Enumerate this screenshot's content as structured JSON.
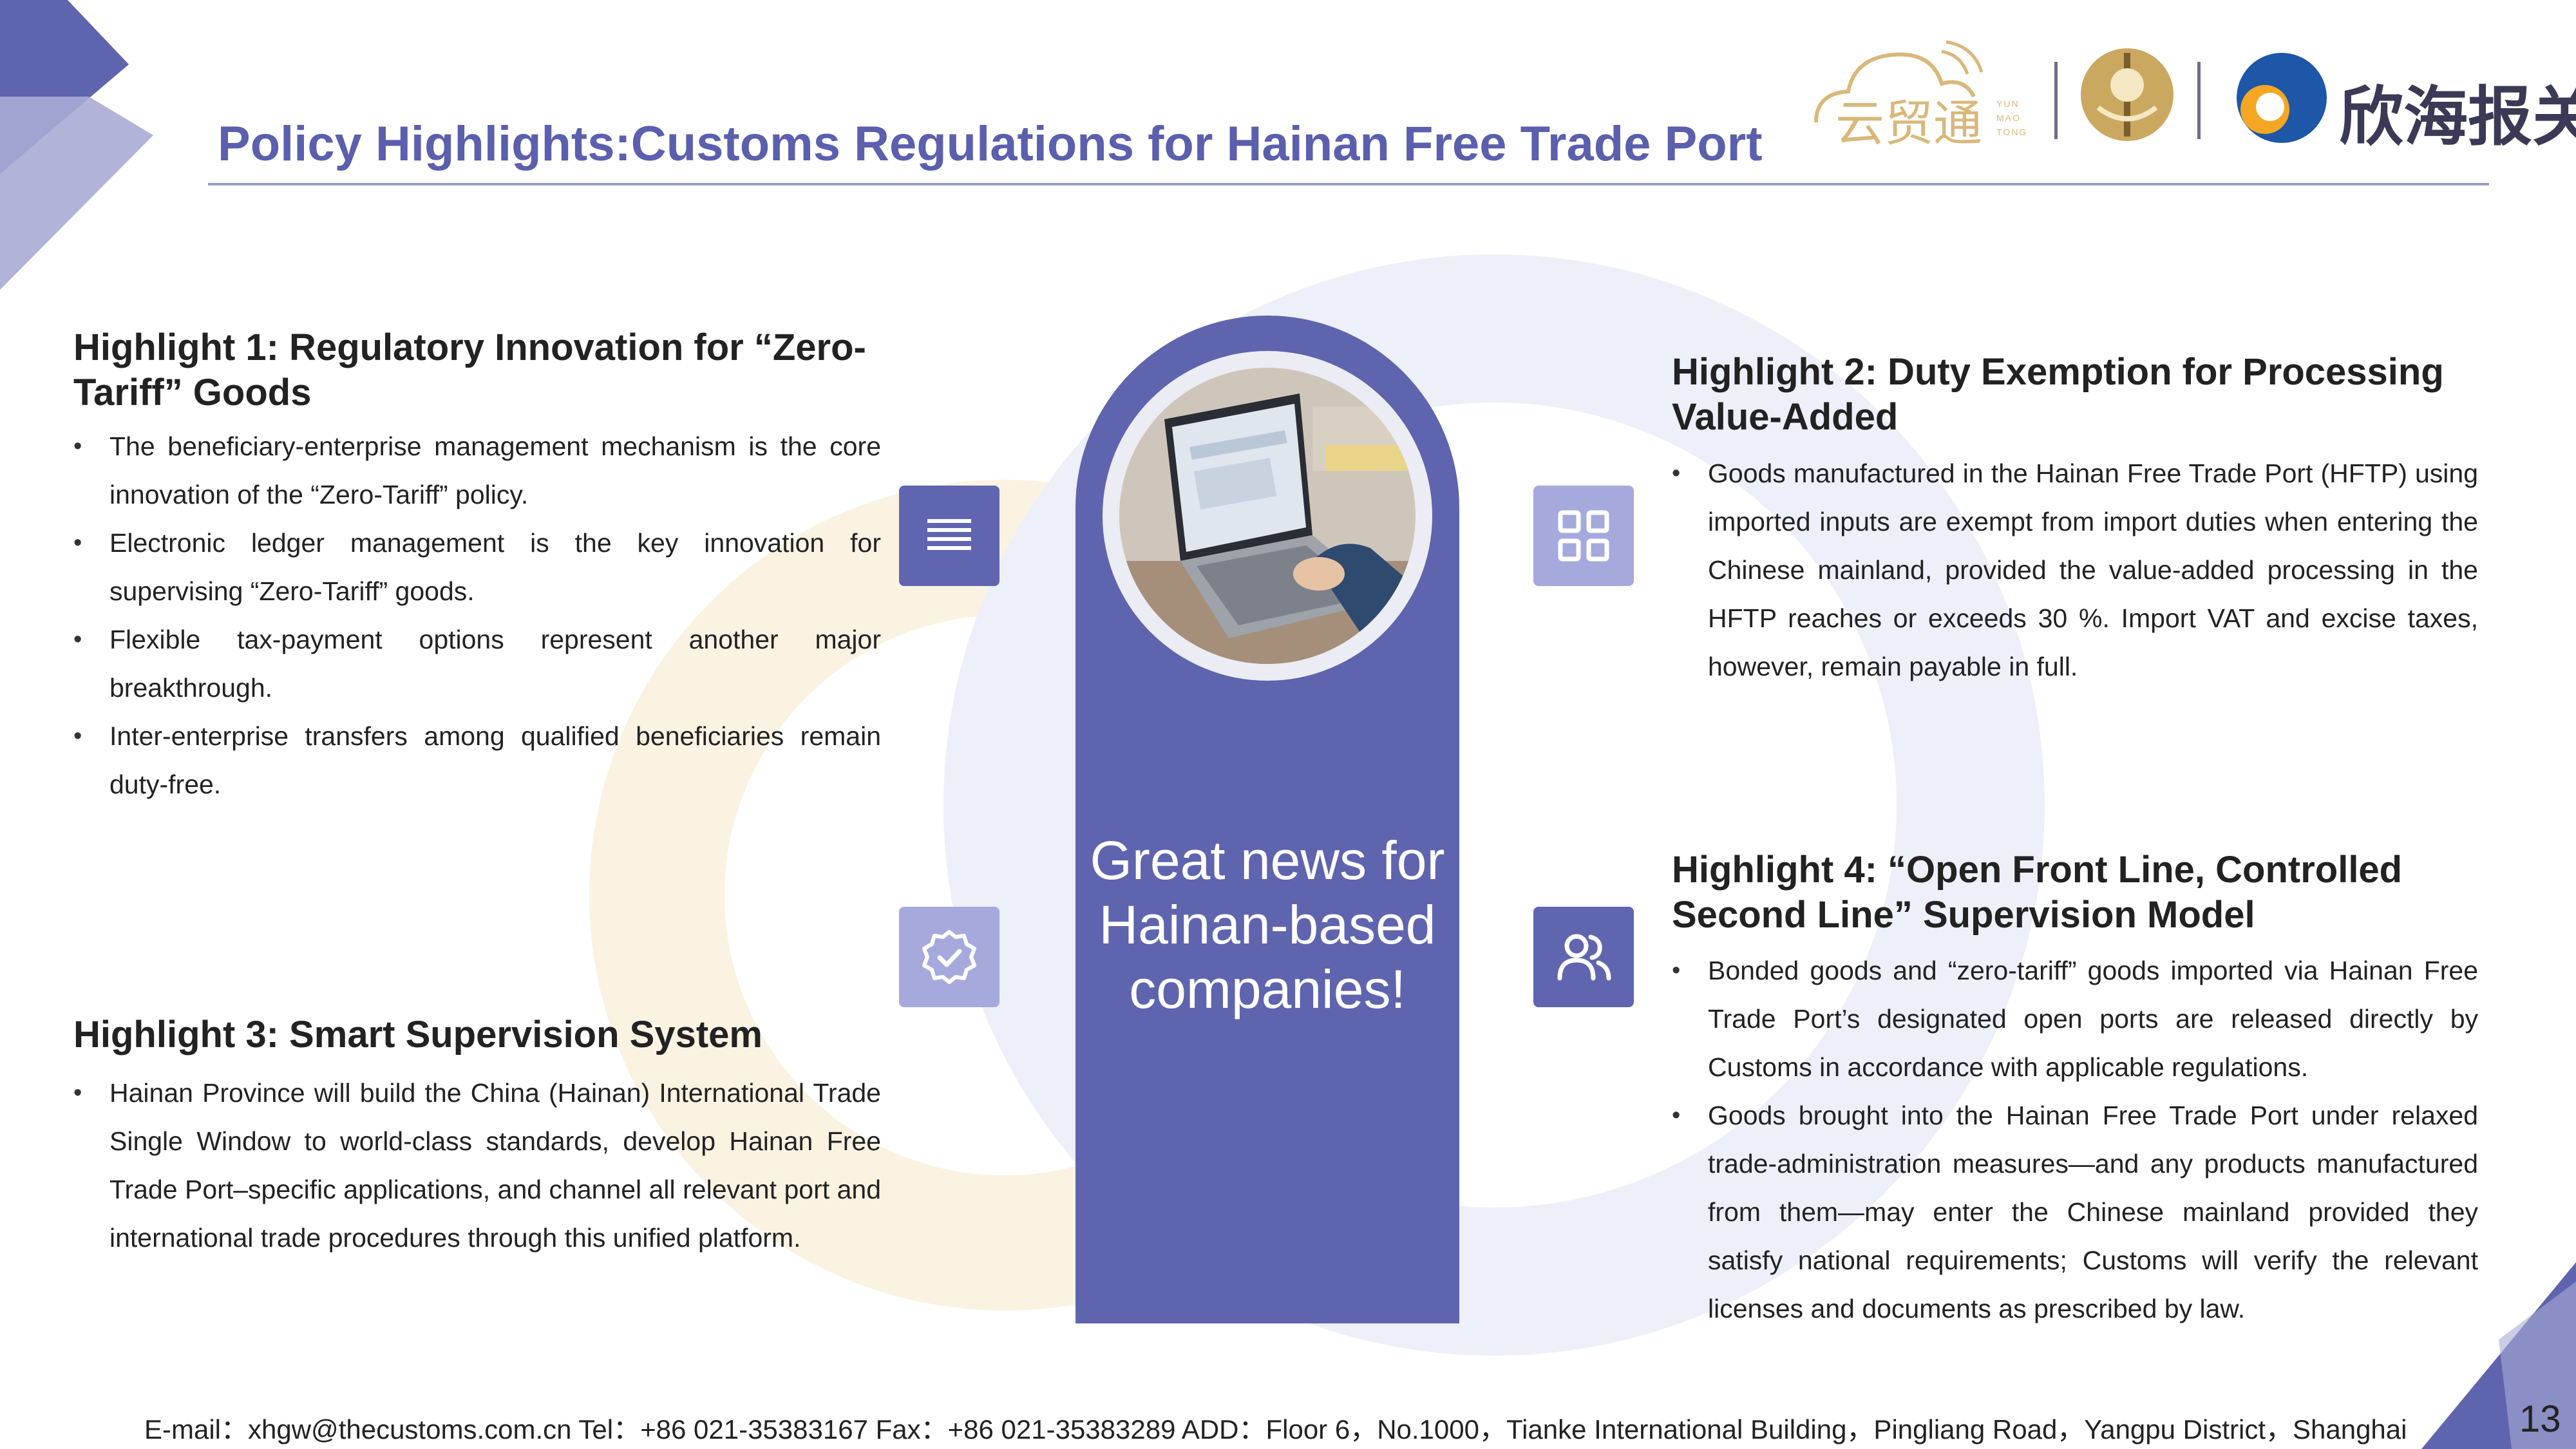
{
  "title": "Policy Highlights:Customs Regulations for Hainan Free Trade Port",
  "logos": {
    "yun_text": "云贸通",
    "yun_small": [
      "YUN",
      "MAO",
      "TONG"
    ],
    "xinhai_text": "欣海报关"
  },
  "highlights": {
    "h1": {
      "title": "Highlight 1: Regulatory Innovation for “Zero-Tariff” Goods",
      "bullets": [
        "The beneficiary-enterprise management mechanism is the core innovation of the “Zero-Tariff” policy.",
        "Electronic ledger management is the key innovation for supervising “Zero-Tariff” goods.",
        "Flexible tax-payment options represent another major breakthrough.",
        "Inter-enterprise transfers among qualified beneficiaries remain duty-free."
      ]
    },
    "h2": {
      "title": "Highlight 2: Duty Exemption for Processing Value-Added",
      "bullets": [
        "Goods manufactured in the Hainan Free Trade Port (HFTP) using imported inputs are exempt from import duties when entering the Chinese mainland, provided the value-added processing in the HFTP reaches or exceeds 30 %. Import VAT and excise taxes, however, remain payable in full."
      ]
    },
    "h3": {
      "title": "Highlight 3: Smart Supervision System",
      "bullets": [
        "Hainan Province will build the China (Hainan) International Trade Single Window to world-class standards, develop Hainan Free Trade Port–specific applications, and channel all relevant port and international trade procedures through this unified platform."
      ]
    },
    "h4": {
      "title": "Highlight 4: “Open Front Line, Controlled Second Line” Supervision Model",
      "bullets": [
        "Bonded goods and “zero-tariff” goods imported via Hainan Free Trade Port’s designated open ports are released directly by Customs in accordance with applicable regulations.",
        "Goods brought into the Hainan Free Trade Port under relaxed trade-administration measures—and any products manufactured from them—may enter the Chinese mainland provided they satisfy national requirements; Customs will verify the relevant licenses and documents as prescribed by law."
      ]
    }
  },
  "icons": {
    "ib1": "list-icon",
    "ib2": "grid-icon",
    "ib3": "check-badge-icon",
    "ib4": "users-icon"
  },
  "pillar_text": "Great news for Hainan-based companies!",
  "footer": "E-mail：xhgw@thecustoms.com.cn  Tel：+86 021-35383167     Fax：+86 021-35383289 ADD：Floor 6，No.1000，Tianke International Building，Pingliang Road，Yangpu District，Shanghai",
  "page_number": "13",
  "colors": {
    "accent": "#5f64ae",
    "accent_light": "#a6a9dc",
    "title": "#5b5fae"
  }
}
